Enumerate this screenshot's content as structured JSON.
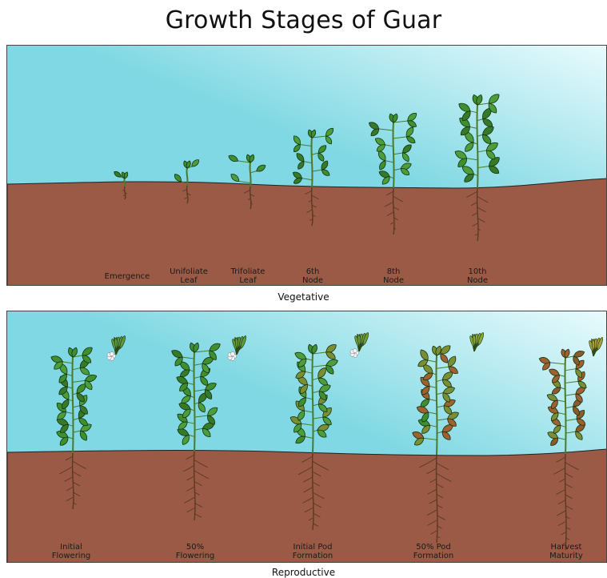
{
  "title": "Growth Stages of Guar",
  "vegetative": {
    "caption": "Vegetative",
    "stages": [
      {
        "label": "Emergence"
      },
      {
        "label": "Unifoliate\nLeaf"
      },
      {
        "label": "Trifoliate\nLeaf"
      },
      {
        "label": "6th\nNode"
      },
      {
        "label": "8th\nNode"
      },
      {
        "label": "10th\nNode"
      }
    ]
  },
  "reproductive": {
    "caption": "Reproductive",
    "stages": [
      {
        "label": "Initial\nFlowering"
      },
      {
        "label": "50%\nFlowering"
      },
      {
        "label": "Initial Pod\nFormation"
      },
      {
        "label": "50% Pod\nFormation"
      },
      {
        "label": "Harvest\nMaturity"
      }
    ]
  },
  "colors": {
    "sky": "#7fd8e3",
    "sky_light": "#e9fbfd",
    "soil": "#9a5a45",
    "leaf_green": "#3d8f2f",
    "leaf_olive": "#7a8f33",
    "leaf_brown": "#a0602f",
    "stem": "#4b7a2b",
    "root": "#5a3a20"
  }
}
